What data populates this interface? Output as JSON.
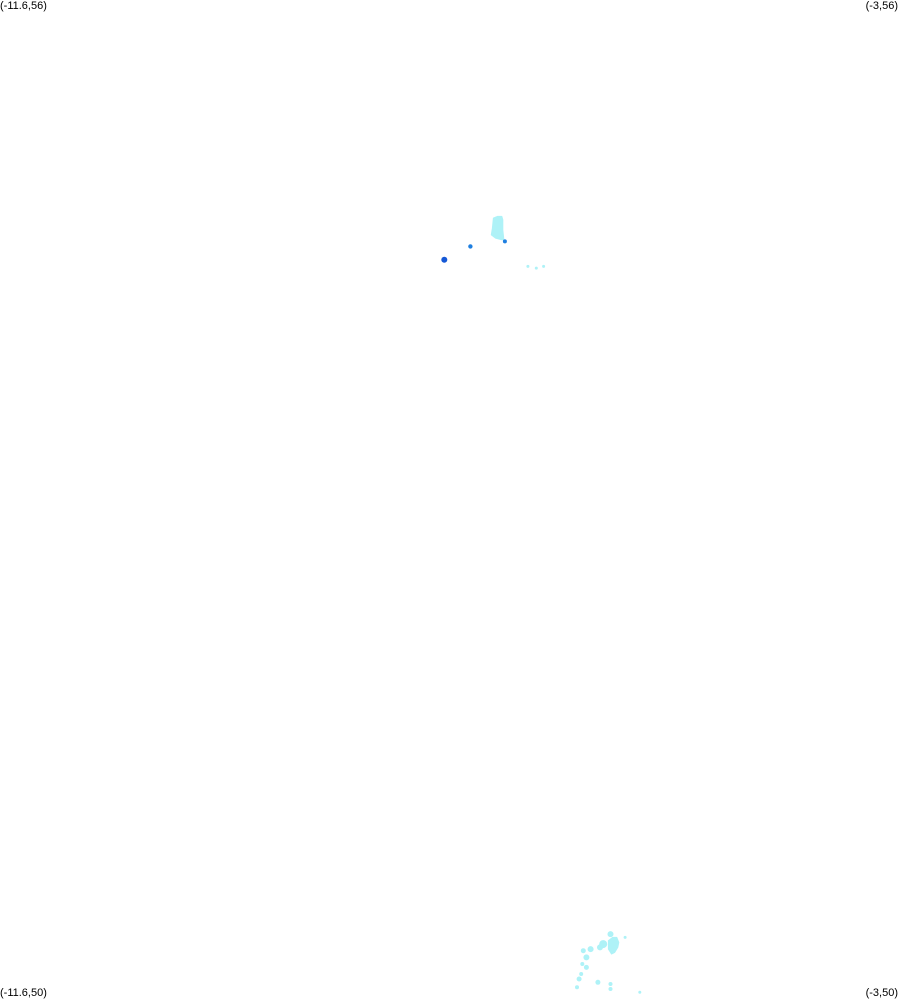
{
  "map": {
    "corners": {
      "top_left": "(-11.6,56)",
      "top_right": "(-3,56)",
      "bottom_left": "(-11.6,50)",
      "bottom_right": "(-3,50)"
    },
    "bounds": {
      "lon_min": -11.6,
      "lon_max": -3,
      "lat_min": 50,
      "lat_max": 56
    },
    "colors": {
      "background": "#ffffff",
      "light_cyan": "#aef2f7",
      "medium_blue": "#1f7fe0",
      "deep_blue": "#1558d6"
    },
    "features": [
      {
        "kind": "area",
        "color": "light_cyan",
        "ring": [
          [
            -6.88,
            54.69
          ],
          [
            -6.84,
            54.7
          ],
          [
            -6.8,
            54.7
          ],
          [
            -6.79,
            54.68
          ],
          [
            -6.79,
            54.62
          ],
          [
            -6.78,
            54.56
          ],
          [
            -6.8,
            54.56
          ],
          [
            -6.86,
            54.57
          ],
          [
            -6.9,
            54.59
          ],
          [
            -6.89,
            54.63
          ]
        ]
      },
      {
        "kind": "spot",
        "color": "medium_blue",
        "lon": -6.77,
        "lat": 54.55,
        "r": 2
      },
      {
        "kind": "spot",
        "color": "medium_blue",
        "lon": -7.1,
        "lat": 54.52,
        "r": 2.2
      },
      {
        "kind": "spot",
        "color": "deep_blue",
        "lon": -7.35,
        "lat": 54.44,
        "r": 3
      },
      {
        "kind": "spot",
        "color": "light_cyan",
        "lon": -6.55,
        "lat": 54.4,
        "r": 1.5
      },
      {
        "kind": "spot",
        "color": "light_cyan",
        "lon": -6.47,
        "lat": 54.39,
        "r": 1.5
      },
      {
        "kind": "spot",
        "color": "light_cyan",
        "lon": -6.4,
        "lat": 54.4,
        "r": 1.5
      },
      {
        "kind": "area",
        "color": "light_cyan",
        "ring": [
          [
            -5.78,
            50.35
          ],
          [
            -5.74,
            50.37
          ],
          [
            -5.7,
            50.37
          ],
          [
            -5.68,
            50.34
          ],
          [
            -5.69,
            50.31
          ],
          [
            -5.72,
            50.28
          ],
          [
            -5.75,
            50.27
          ],
          [
            -5.78,
            50.3
          ]
        ]
      },
      {
        "kind": "spot",
        "color": "light_cyan",
        "lon": -5.76,
        "lat": 50.39,
        "r": 3
      },
      {
        "kind": "spot",
        "color": "light_cyan",
        "lon": -5.83,
        "lat": 50.33,
        "r": 4
      },
      {
        "kind": "spot",
        "color": "light_cyan",
        "lon": -5.86,
        "lat": 50.31,
        "r": 3
      },
      {
        "kind": "spot",
        "color": "light_cyan",
        "lon": -5.95,
        "lat": 50.3,
        "r": 3
      },
      {
        "kind": "spot",
        "color": "light_cyan",
        "lon": -5.99,
        "lat": 50.25,
        "r": 3
      },
      {
        "kind": "spot",
        "color": "light_cyan",
        "lon": -6.02,
        "lat": 50.29,
        "r": 2.5
      },
      {
        "kind": "spot",
        "color": "light_cyan",
        "lon": -6.03,
        "lat": 50.21,
        "r": 2
      },
      {
        "kind": "spot",
        "color": "light_cyan",
        "lon": -5.99,
        "lat": 50.19,
        "r": 2.5
      },
      {
        "kind": "spot",
        "color": "light_cyan",
        "lon": -6.04,
        "lat": 50.15,
        "r": 2
      },
      {
        "kind": "spot",
        "color": "light_cyan",
        "lon": -6.06,
        "lat": 50.12,
        "r": 2.5
      },
      {
        "kind": "spot",
        "color": "light_cyan",
        "lon": -6.08,
        "lat": 50.07,
        "r": 2
      },
      {
        "kind": "spot",
        "color": "light_cyan",
        "lon": -5.88,
        "lat": 50.1,
        "r": 2.5
      },
      {
        "kind": "spot",
        "color": "light_cyan",
        "lon": -5.76,
        "lat": 50.09,
        "r": 2
      },
      {
        "kind": "spot",
        "color": "light_cyan",
        "lon": -5.76,
        "lat": 50.06,
        "r": 2
      },
      {
        "kind": "spot",
        "color": "light_cyan",
        "lon": -5.48,
        "lat": 50.04,
        "r": 1.5
      },
      {
        "kind": "spot",
        "color": "light_cyan",
        "lon": -5.62,
        "lat": 50.37,
        "r": 1.5
      }
    ]
  }
}
